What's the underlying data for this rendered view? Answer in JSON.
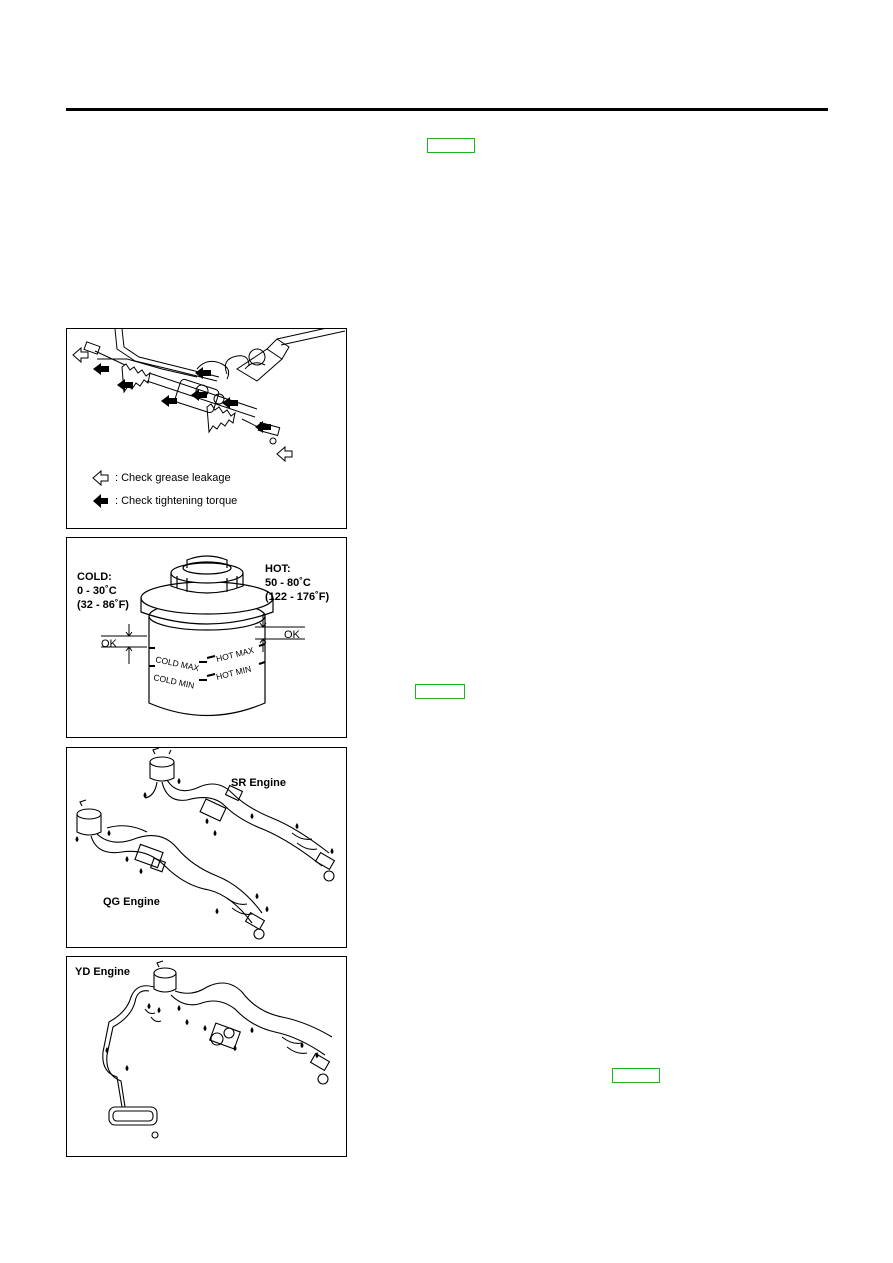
{
  "link_boxes": [
    {
      "name": "link-box-top",
      "text": ""
    },
    {
      "name": "link-box-mid",
      "text": ""
    },
    {
      "name": "link-box-bottom",
      "text": ""
    }
  ],
  "fig1": {
    "legend_grease": ": Check grease leakage",
    "legend_torque": ": Check tightening torque"
  },
  "fig2": {
    "cold_title": "COLD:",
    "cold_c": "0 - 30˚C",
    "cold_f": "(32 - 86˚F)",
    "hot_title": "HOT:",
    "hot_c": "50 - 80˚C",
    "hot_f": "(122 - 176˚F)",
    "ok_left": "OK",
    "ok_right": "OK",
    "mark_cold_max": "COLD MAX",
    "mark_cold_min": "COLD MIN",
    "mark_hot_max": "HOT MAX",
    "mark_hot_min": "HOT MIN"
  },
  "fig3": {
    "label_sr": "SR Engine",
    "label_qg": "QG Engine"
  },
  "fig4": {
    "label_yd": "YD Engine"
  },
  "colors": {
    "link_border": "#1db41d",
    "line": "#000000"
  }
}
